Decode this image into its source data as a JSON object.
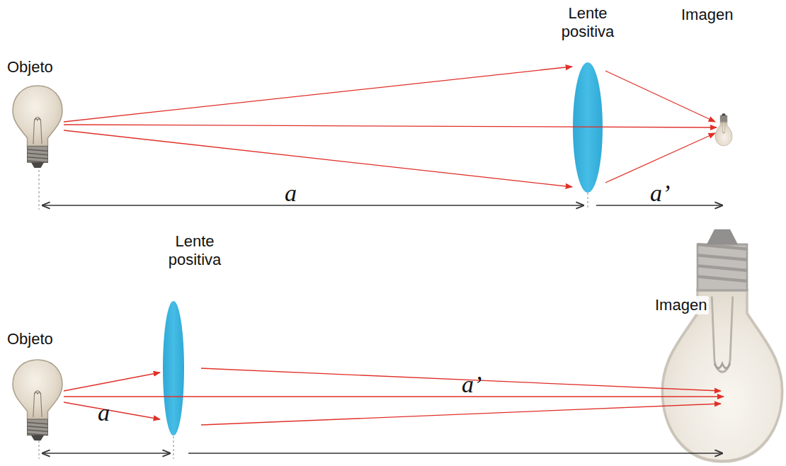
{
  "diagram": {
    "labels": [
      "Objeto",
      "Lente positiva",
      "Imagen",
      "a",
      "a’",
      "Lente positiva",
      "Objeto",
      "Imagen",
      "a",
      "a’"
    ]
  }
}
